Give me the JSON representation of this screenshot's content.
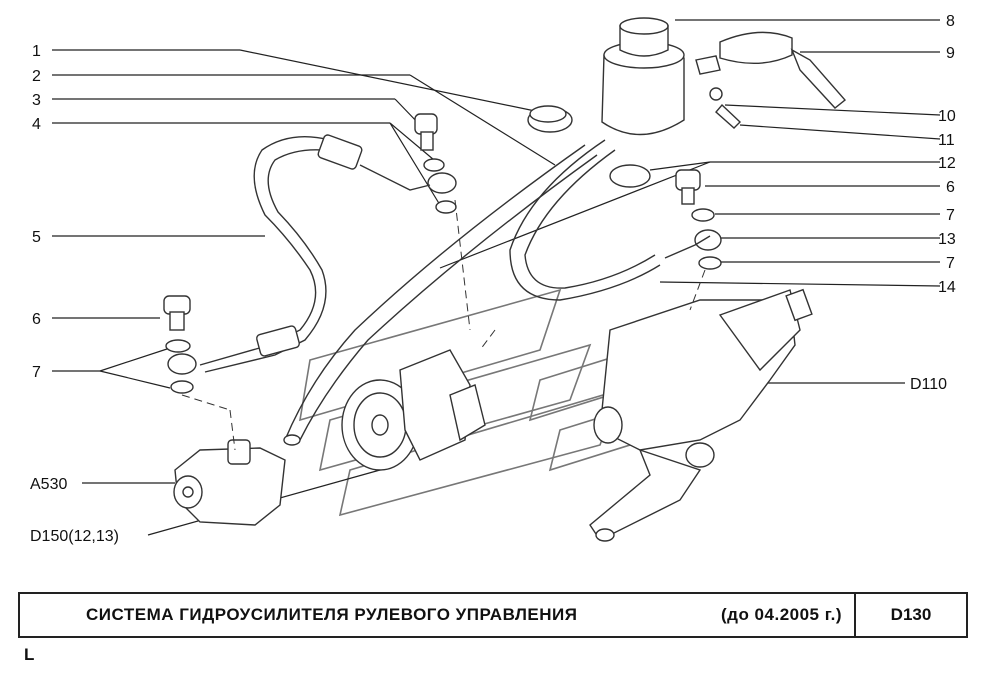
{
  "callouts": {
    "c1": "1",
    "c2": "2",
    "c3": "3",
    "c4": "4",
    "c5": "5",
    "c6a": "6",
    "c7a": "7",
    "c8": "8",
    "c9": "9",
    "c10": "10",
    "c11": "11",
    "c12": "12",
    "c6b": "6",
    "c7b": "7",
    "c13": "13",
    "c7c": "7",
    "c14": "14",
    "d110": "D110",
    "a530": "A530",
    "d150": "D150(12,13)"
  },
  "footer": {
    "title": "СИСТЕМА  ГИДРОУСИЛИТЕЛЯ  РУЛЕВОГО  УПРАВЛЕНИЯ",
    "date": "(до 04.2005 г.)",
    "code": "D130"
  },
  "corner_mark": "L"
}
